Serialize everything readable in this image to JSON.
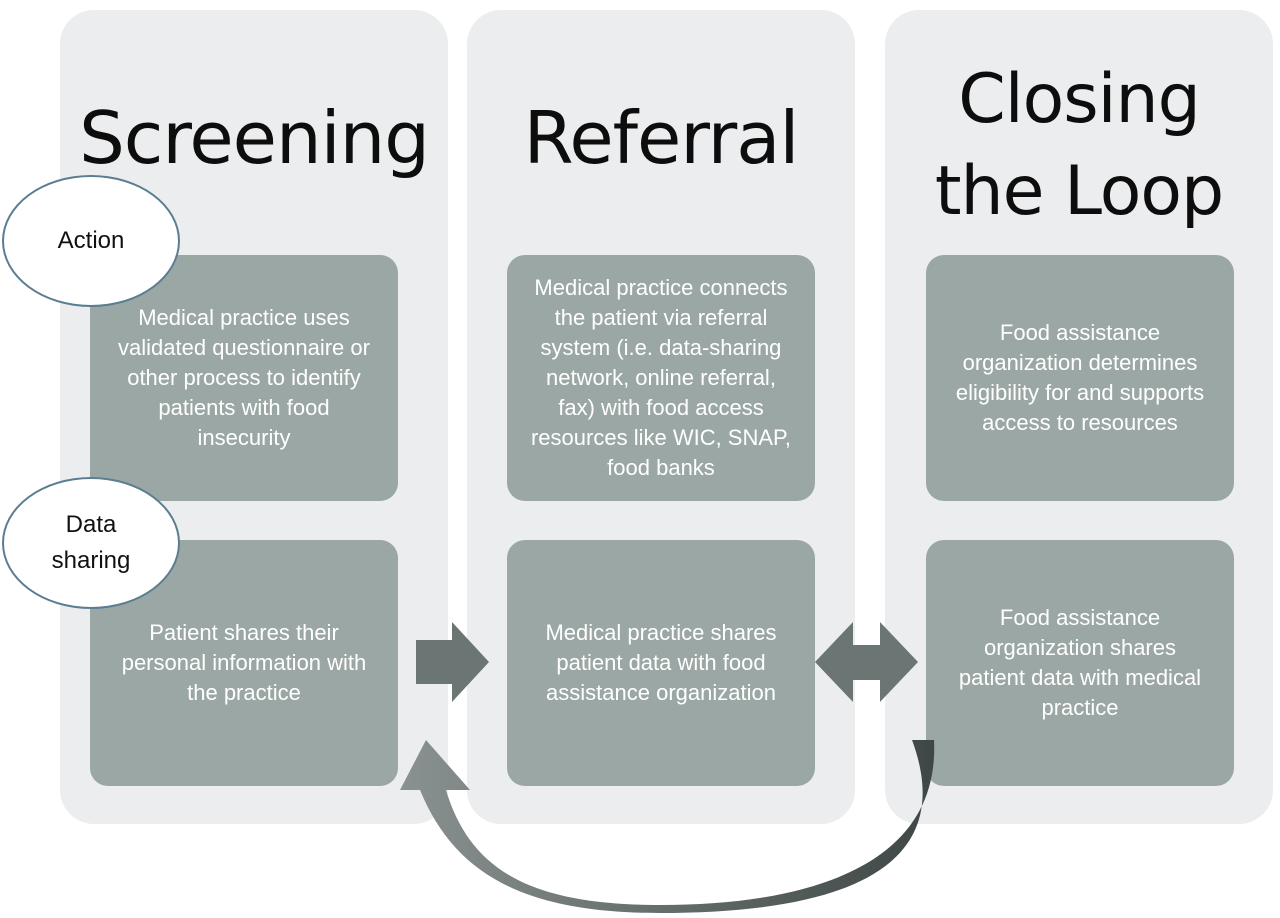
{
  "columns": [
    {
      "title": "Screening",
      "action": "Medical practice uses\nvalidated questionnaire or\nother process to identify\npatients with food\ninsecurity",
      "sharing": "Patient shares their\npersonal information with\nthe practice"
    },
    {
      "title": "Referral",
      "action": "Medical practice connects\nthe patient via referral\nsystem (i.e. data-sharing\nnetwork, online referral,\nfax) with food access\nresources like WIC, SNAP,\nfood banks",
      "sharing": "Medical practice shares\npatient data with food\nassistance organization"
    },
    {
      "title": "Closing\nthe Loop",
      "action": "Food assistance\norganization determines\neligibility  for and supports\naccess to resources",
      "sharing": "Food assistance\norganization shares\npatient data with medical\npractice"
    }
  ],
  "row_labels": {
    "action": "Action",
    "sharing": "Data\nsharing"
  },
  "colors": {
    "panel": "#ebedee",
    "box": "#9ba7a4",
    "label_border": "#5a7d91",
    "arrow": "#6b7574"
  }
}
